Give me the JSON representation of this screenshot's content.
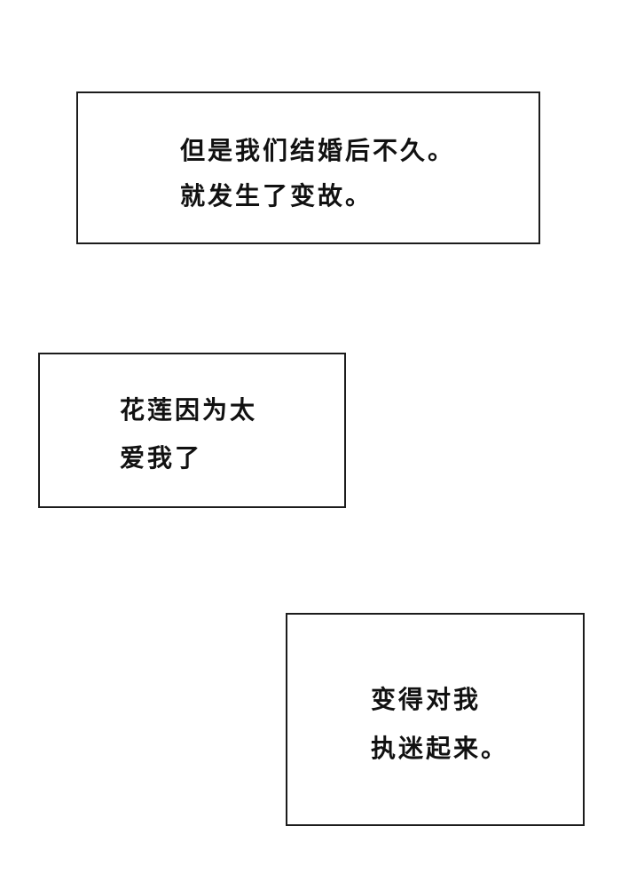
{
  "page": {
    "background_color": "#ffffff",
    "box_border_color": "#1c1c1c",
    "text_color": "#111111"
  },
  "boxes": [
    {
      "lines": [
        "但是我们结婚后不久。",
        "就发生了变故。"
      ]
    },
    {
      "lines": [
        "花莲因为太",
        "爱我了"
      ]
    },
    {
      "lines": [
        "变得对我",
        "执迷起来。"
      ]
    }
  ]
}
